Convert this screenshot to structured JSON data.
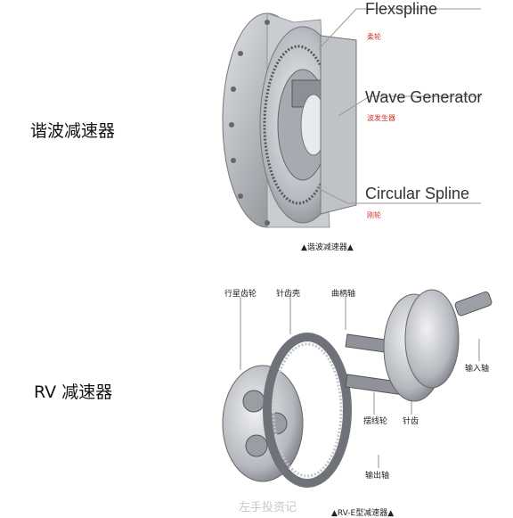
{
  "rows": {
    "harmonic": {
      "label": "谐波减速器"
    },
    "rv": {
      "label": "RV 减速器"
    }
  },
  "harmonic_figure": {
    "callouts": [
      {
        "name": "Flexspline",
        "sub": "柔轮"
      },
      {
        "name": "Wave Generator",
        "sub": "波发生器"
      },
      {
        "name": "Circular Spline",
        "sub": "刚轮"
      }
    ],
    "caption": "▲谐波减速器▲"
  },
  "rv_figure": {
    "parts": {
      "planet_gear": "行星齿轮",
      "pin_housing": "针齿壳",
      "crankshaft": "曲柄轴",
      "input_shaft": "输入轴",
      "cycloid_wheel": "摆线轮",
      "pin_tooth": "针齿",
      "output_shaft": "输出轴"
    },
    "caption": "▲RV-E型减速器▲"
  },
  "watermark": "左手投资记",
  "colors": {
    "callout_sub": "#d0342c",
    "metal": "#b9bcc2",
    "background": "#ffffff"
  }
}
